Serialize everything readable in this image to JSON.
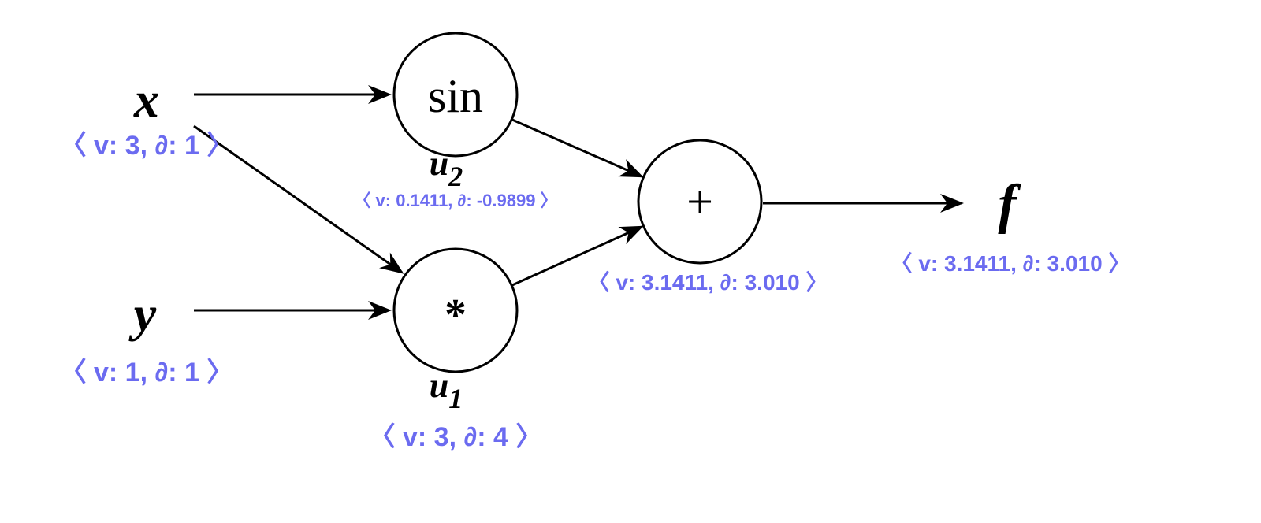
{
  "colors": {
    "line": "#000000",
    "annotation": "#6b6bf0",
    "background": "#ffffff"
  },
  "inputs": {
    "x": {
      "label": "x",
      "annotation": "〈 v: 3, ∂: 1 〉"
    },
    "y": {
      "label": "y",
      "annotation": "〈 v: 1, ∂: 1 〉"
    }
  },
  "nodes": {
    "sin": {
      "op": "sin",
      "name": "u",
      "subscript": "2",
      "annotation": "〈 v: 0.1411, ∂: -0.9899 〉"
    },
    "mul": {
      "op": "*",
      "name": "u",
      "subscript": "1",
      "annotation": "〈 v: 3, ∂: 4 〉"
    },
    "add": {
      "op": "+",
      "annotation": "〈 v: 3.1411, ∂: 3.010 〉"
    }
  },
  "output": {
    "label": "f",
    "annotation": "〈 v: 3.1411, ∂: 3.010 〉"
  }
}
